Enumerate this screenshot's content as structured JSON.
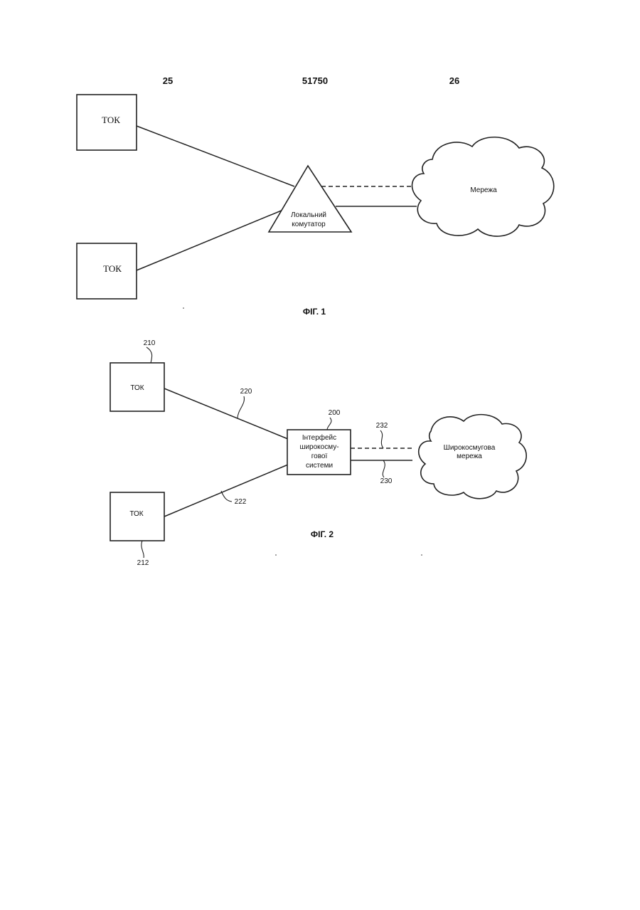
{
  "header": {
    "left_num": "25",
    "center_num": "51750",
    "right_num": "26"
  },
  "fig1": {
    "tok_top": "ТОК",
    "tok_bottom": "ТОК",
    "switch_line1": "Локальний",
    "switch_line2": "комутатор",
    "network": "Мережа",
    "caption": "ФІГ. 1"
  },
  "fig2": {
    "tok_top": "ТОК",
    "tok_bottom": "ТОК",
    "ref_tok_top": "210",
    "ref_tok_bottom": "212",
    "ref_line_top": "220",
    "ref_line_bottom": "222",
    "ref_interface": "200",
    "interface_line1": "Інтерфейс",
    "interface_line2": "широкосму-",
    "interface_line3": "гової",
    "interface_line4": "системи",
    "ref_dashed": "232",
    "ref_solid": "230",
    "network_line1": "Широкосмугова",
    "network_line2": "мережа",
    "caption": "ФІГ. 2"
  }
}
